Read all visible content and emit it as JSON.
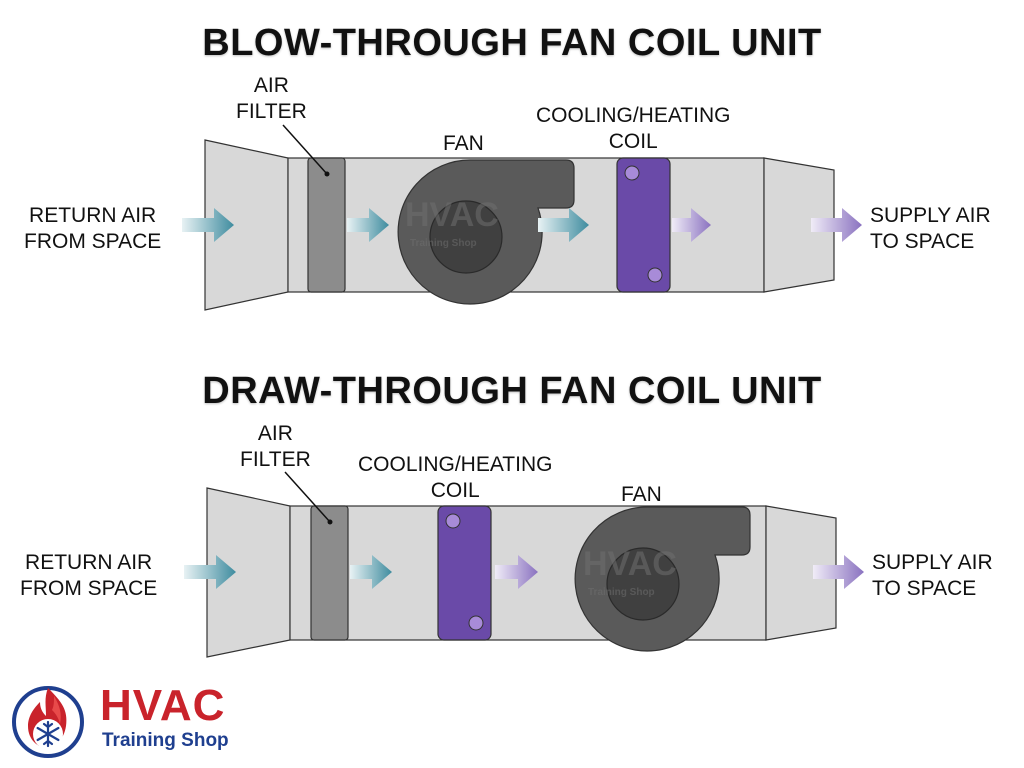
{
  "units": [
    {
      "title": "BLOW-THROUGH FAN COIL UNIT",
      "return_label": [
        "RETURN AIR",
        "FROM SPACE"
      ],
      "filter_label": [
        "AIR",
        "FILTER"
      ],
      "fan_label": "FAN",
      "coil_label": [
        "COOLING/HEATING",
        "COIL"
      ],
      "supply_label": [
        "SUPPLY AIR",
        "TO SPACE"
      ]
    },
    {
      "title": "DRAW-THROUGH FAN COIL UNIT",
      "return_label": [
        "RETURN AIR",
        "FROM SPACE"
      ],
      "filter_label": [
        "AIR",
        "FILTER"
      ],
      "coil_label": [
        "COOLING/HEATING",
        "COIL"
      ],
      "fan_label": "FAN",
      "supply_label": [
        "SUPPLY AIR",
        "TO SPACE"
      ]
    }
  ],
  "logo": {
    "word": "HVAC",
    "sub": "Training Shop"
  },
  "colors": {
    "housing": "#d8d8d8",
    "housing_stroke": "#333333",
    "filter": "#8c8c8c",
    "fan": "#5a5a5a",
    "fan_hub": "#404040",
    "coil": "#6a4aa8",
    "coil_port": "#a88bd8",
    "arrow_blue": "#4f97a8",
    "arrow_purple": "#9a86c8",
    "brand_red": "#c9232b",
    "brand_blue": "#1f3f8f"
  }
}
